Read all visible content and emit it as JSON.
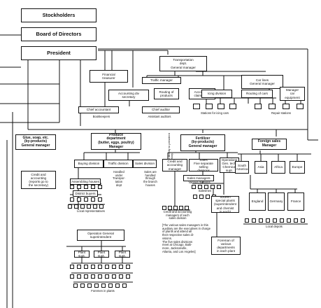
{
  "boxes": {
    "stockholders": "Stockholders",
    "board": "Board of Directors",
    "president": "President",
    "financial_treasurer": "Financial\ntreasurer",
    "transportation_dept": "Transportation\ndept.\nGeneral manager",
    "traffic_manager": "Traffic manager",
    "car_lines": "Car lines\nGeneral manager",
    "routing_products": "Routing of\nproducts",
    "accounting_claims": "Accounting\nclaims, etc.",
    "icing_division": "Icing division",
    "routing_cars": "Routing of cars",
    "manager_car_equipment": "Manager\ncar\nequipment",
    "accounting_div_secretary": "Accounting div\nsecretary",
    "chief_accountant": "Chief accountant",
    "chief_auditor": "Chief auditor",
    "glue_soap": "Glue, soap, etc.\n(by-products)\nGeneral manager",
    "produce_department": "Produce\ndepartment\n(butter, eggs, poultry)\nManager",
    "fertilizer": "Fertilizer\n(by-products)\nGeneral manager",
    "foreign_sales": "Foreign sales\nManager",
    "credit_accounting_sec": "Credit and\naccounting\n(reports go to\nthe secretary)",
    "buying_division": "Buying division",
    "traffic_division": "Traffic division",
    "sales_division": "Sales division",
    "assembling_houses": "Assembling houses",
    "district_buyers": "District buyers",
    "credit_accounting_mgr": "Credit and\naccounting\nmanager",
    "sales_five_selling": "Sales\nFive separate\nselling\ndivisions",
    "operations_gen_chem": "Operations\nGen. tech.\nChemical\nsupt.",
    "sales_managers": "Sales managers",
    "various_divisions": "Various divisions",
    "salesmen": "Salesmen",
    "sixteen_plants": "Sixteen\nspecial plants\n(superintendent\nand chemist\nin each)",
    "south_america": "South\nAmerica",
    "asia": "Asia",
    "africa": "Africa",
    "europe": "Europe",
    "england": "England",
    "germany": "Germany",
    "france": "France",
    "foreman_various": "Foreman of\nvarious\ndepartments\nin each plant",
    "operation_general": "Operation General\nsuperintendent",
    "plant_supt": "Plant\nsupt."
  },
  "captions": {
    "bookkeepers": "Bookkeepers",
    "assistant_auditors": "Assistant auditors",
    "stations_icing": "Stations for icing cars",
    "repair_stations": "Repair stations",
    "handled_under": "Handled\nunder\nTranspor-\ntation\ndept",
    "sales_handled": "Sales are\nhandled\nthrough\nthe branch\nhouses",
    "local_representatives": "Local representatives",
    "reports_directly": "Reports directly to\npresident or\nsecretary",
    "credit_accounting_managers": "Credit and accounting\nmanagers of each\nsales division",
    "various_sales_note": "[The various sales managers in this\nauxiliary are the executives in charge\nof plants and attend all\ntheir respective sales di-\nvisions.\nThe five sales divisions\nmeet at Chicago, Balti-\nmore, Jacksonville,\nAtlanta, and Los Angeles]",
    "local_depots": "Local depots",
    "foremen_plants": "Foremen in plants"
  }
}
